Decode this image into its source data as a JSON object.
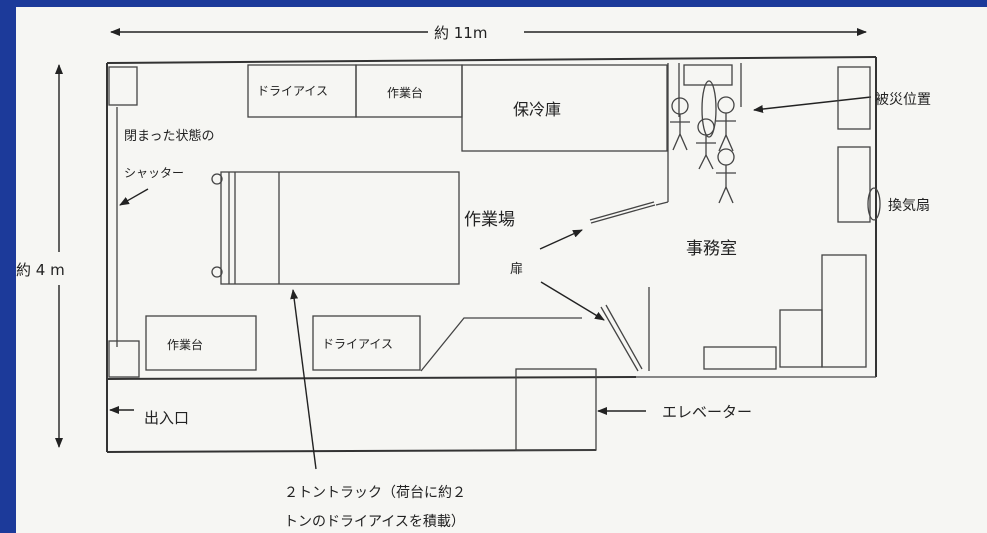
{
  "labels": {
    "width_dim": "約 11m",
    "height_dim": "約 4 m",
    "dry_ice_top": "ドライアイス",
    "workbench_top": "作業台",
    "cold_storage": "保冷庫",
    "victim_position": "被災位置",
    "shutter_line1": "閉まった状態の",
    "shutter_line2": "シャッター",
    "workshop": "作業場",
    "door": "扉",
    "office": "事務室",
    "vent_fan": "換気扇",
    "workbench_bottom": "作業台",
    "dry_ice_bottom": "ドライアイス",
    "entrance": "出入口",
    "elevator": "エレベーター",
    "truck_line1": "２トントラック（荷台に約２",
    "truck_line2": "トンのドライアイスを積載）"
  },
  "colors": {
    "background": "#1c3a9a",
    "paper": "#f6f6f3",
    "ink": "#222222"
  }
}
